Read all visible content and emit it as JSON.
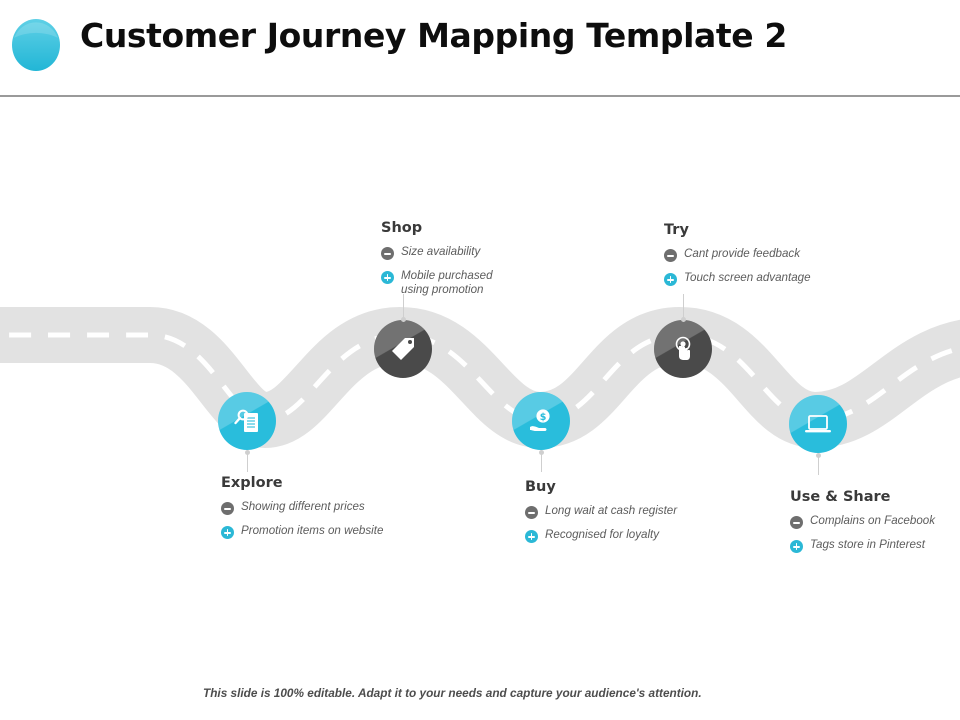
{
  "header": {
    "title": "Customer Journey Mapping Template 2",
    "bullet_icon": "sphere-bullet-icon",
    "accent_color": "#29bddc"
  },
  "colors": {
    "teal": "#29bddc",
    "dark": "#4a4a4a",
    "road": "#e0e0e0",
    "road_dash": "#ffffff",
    "minus_icon": "#6e6e6e",
    "plus_icon": "#2bb8d6",
    "title_text": "#0d0d0d",
    "stage_text": "#3a3a3a",
    "bullet_text": "#5c5c5c"
  },
  "journey": {
    "stages": [
      {
        "id": "explore",
        "name": "Explore",
        "icon": "document-search-icon",
        "node_color": "teal",
        "label_position": "below",
        "bullets": [
          {
            "type": "minus",
            "text": "Showing different prices"
          },
          {
            "type": "plus",
            "text": "Promotion items on website"
          }
        ]
      },
      {
        "id": "shop",
        "name": "Shop",
        "icon": "price-tag-icon",
        "node_color": "dark",
        "label_position": "above",
        "bullets": [
          {
            "type": "minus",
            "text": "Size availability"
          },
          {
            "type": "plus",
            "text": "Mobile purchased\nusing promotion"
          }
        ]
      },
      {
        "id": "buy",
        "name": "Buy",
        "icon": "hand-holding-money-icon",
        "node_color": "teal",
        "label_position": "below",
        "bullets": [
          {
            "type": "minus",
            "text": "Long wait at cash register"
          },
          {
            "type": "plus",
            "text": "Recognised for loyalty"
          }
        ]
      },
      {
        "id": "try",
        "name": "Try",
        "icon": "touch-tap-icon",
        "node_color": "dark",
        "label_position": "above",
        "bullets": [
          {
            "type": "minus",
            "text": "Cant provide feedback"
          },
          {
            "type": "plus",
            "text": "Touch screen advantage"
          }
        ]
      },
      {
        "id": "use-and-share",
        "name": "Use & Share",
        "icon": "laptop-icon",
        "node_color": "teal",
        "label_position": "below",
        "bullets": [
          {
            "type": "minus",
            "text": "Complains on Facebook"
          },
          {
            "type": "plus",
            "text": "Tags store in Pinterest"
          }
        ]
      }
    ]
  },
  "footer": {
    "note": "This slide is 100% editable. Adapt it to your needs and capture your audience's attention."
  }
}
